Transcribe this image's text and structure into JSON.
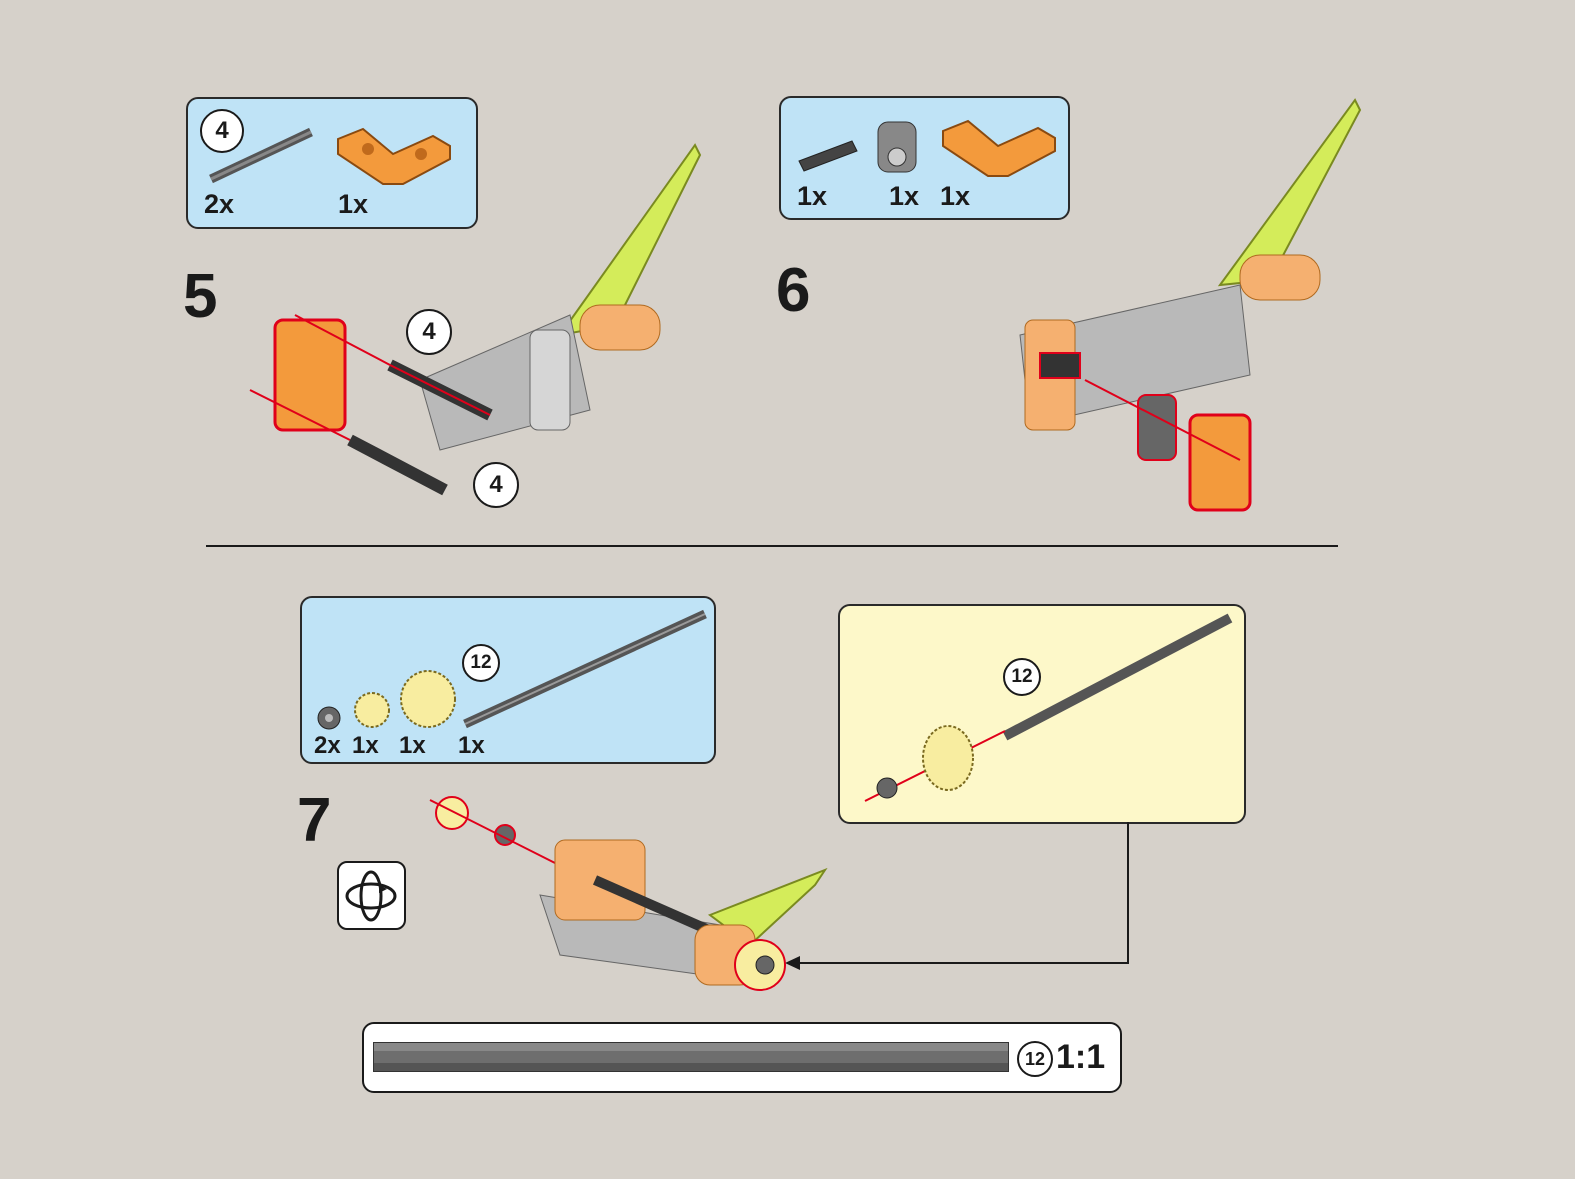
{
  "colors": {
    "background": "#d6d1ca",
    "parts_box": "#bfe3f6",
    "sub_box": "#fdf8c9",
    "orange": "#f39a3c",
    "lime": "#d4ec5a",
    "arrow": "#e0001a"
  },
  "step5": {
    "number": "5",
    "parts": [
      {
        "count": "2x",
        "length": "4",
        "icon": "axle-icon"
      },
      {
        "count": "1x",
        "icon": "orange-l-beam-icon"
      }
    ],
    "callouts": [
      "4",
      "4"
    ]
  },
  "step6": {
    "number": "6",
    "parts": [
      {
        "count": "1x",
        "icon": "axle-connector-icon"
      },
      {
        "count": "1x",
        "icon": "pin-connector-icon"
      },
      {
        "count": "1x",
        "icon": "orange-l-beam-icon"
      }
    ]
  },
  "step7": {
    "number": "7",
    "parts": [
      {
        "count": "2x",
        "icon": "bush-icon"
      },
      {
        "count": "1x",
        "icon": "small-gear-icon"
      },
      {
        "count": "1x",
        "icon": "large-gear-icon"
      },
      {
        "count": "1x",
        "length": "12",
        "icon": "axle-icon"
      }
    ],
    "subassembly_length": "12",
    "rotate_icon": "rotate-model-icon"
  },
  "scale": {
    "length": "12",
    "ratio": "1:1"
  }
}
